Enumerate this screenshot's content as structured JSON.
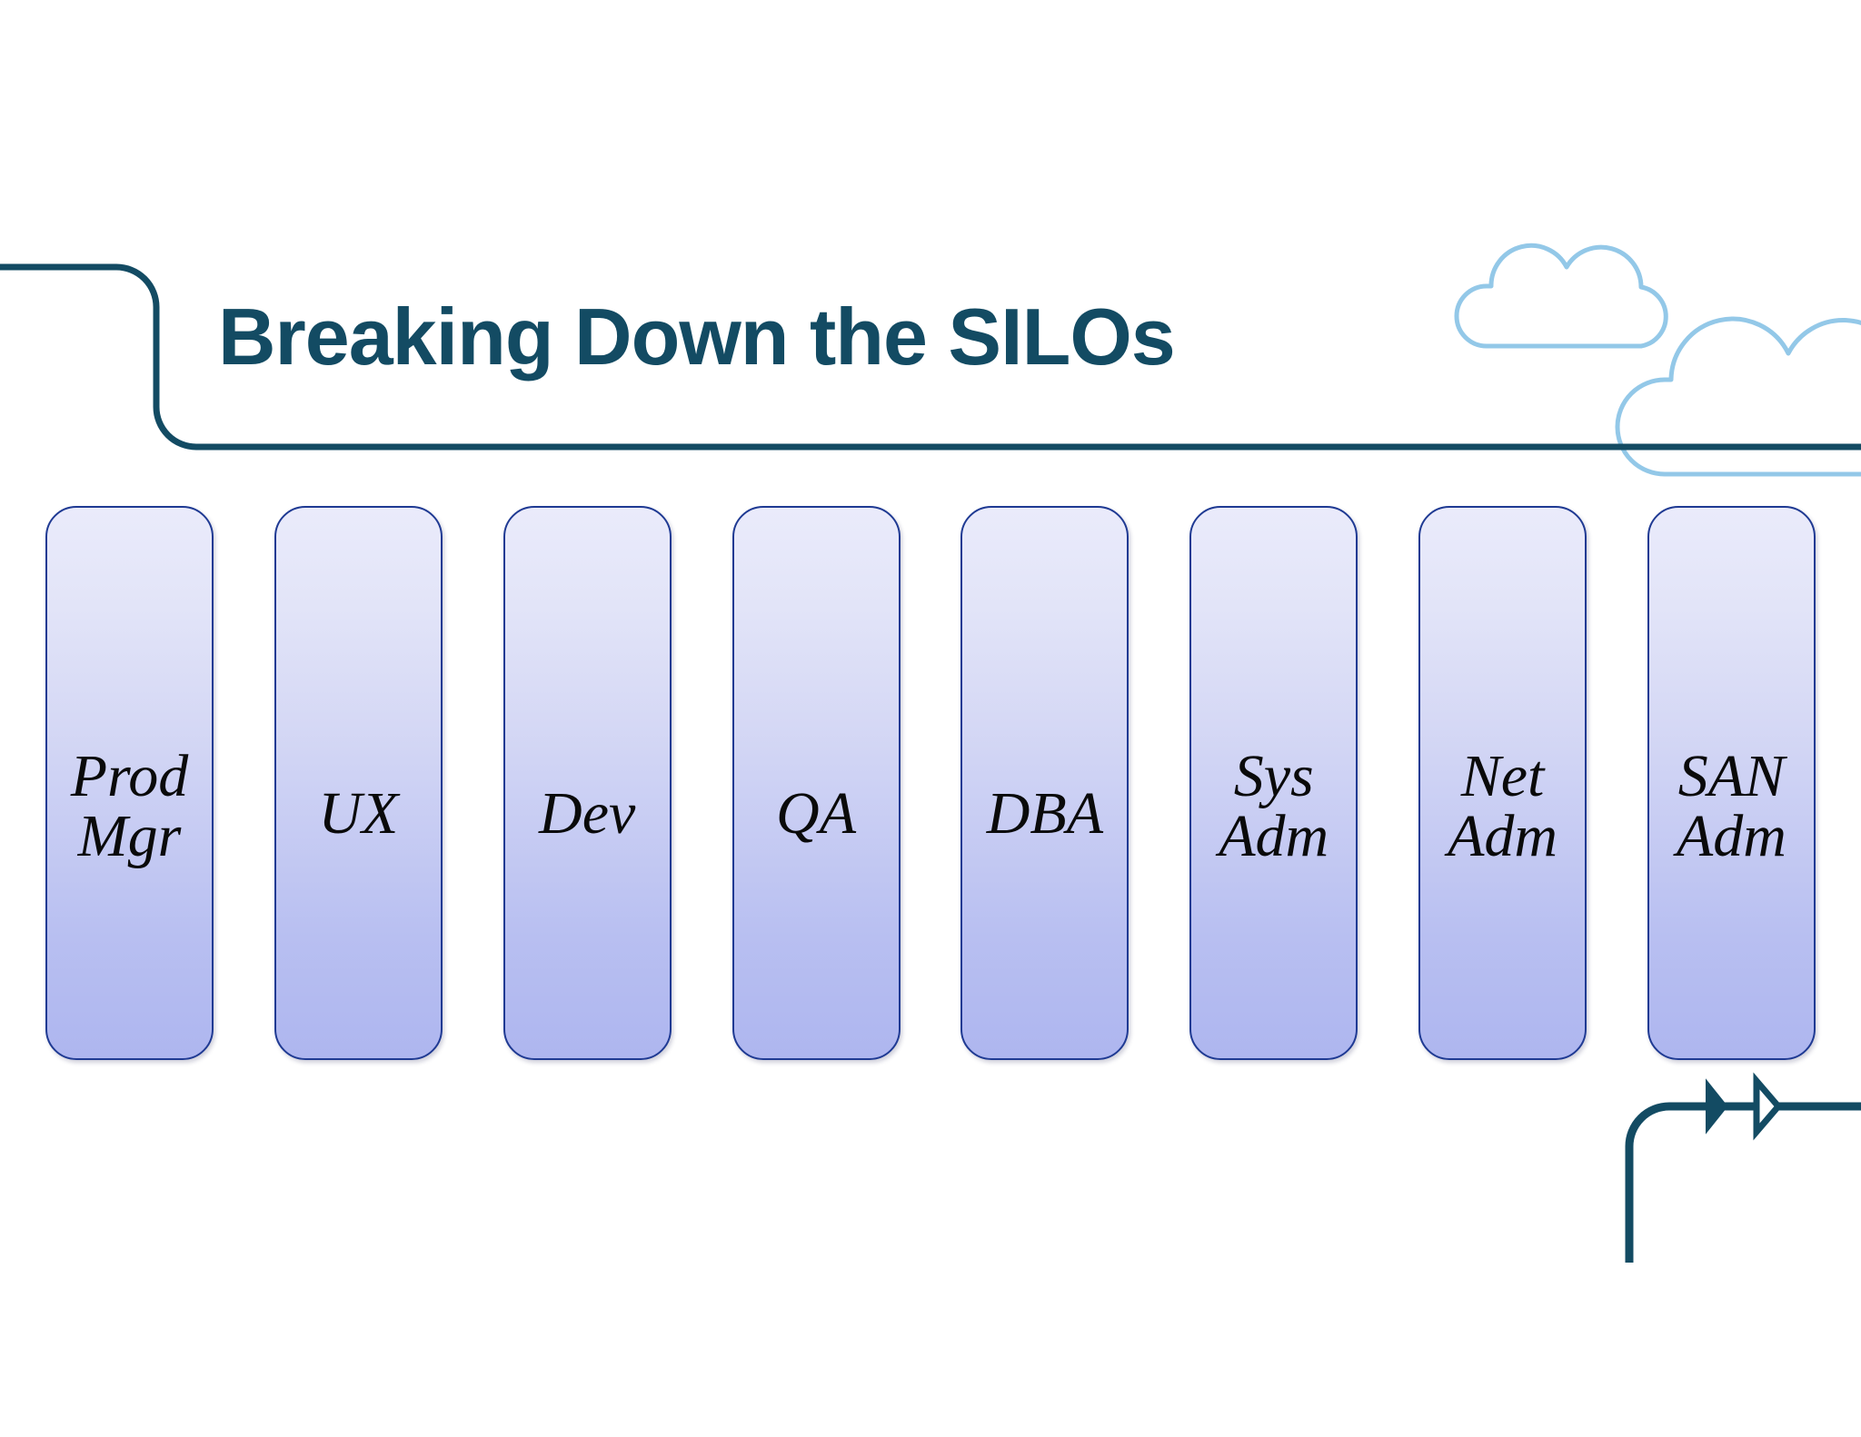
{
  "slide": {
    "title": "Breaking Down the SILOs",
    "background_color": "#ffffff",
    "accent_color": "#134B63",
    "silo_border_color": "#1F3A93",
    "silo_gradient_top": "#EAEBFB",
    "silo_gradient_bottom": "#AEB6EF",
    "cloud_stroke_color": "#93C8E8"
  },
  "decor": {
    "frame_line_name": "top-left-rounded-frame-line",
    "cloud_small_name": "cloud-outline-small",
    "cloud_large_name": "cloud-outline-large",
    "arrow_filled_name": "arrow-head-filled",
    "arrow_hollow_name": "arrow-head-hollow",
    "bottom_line_name": "bottom-right-rounded-frame-line"
  },
  "silos": [
    {
      "id": "prod-mgr",
      "label": "Prod\nMgr",
      "lines": 2
    },
    {
      "id": "ux",
      "label": "UX",
      "lines": 1
    },
    {
      "id": "dev",
      "label": "Dev",
      "lines": 1
    },
    {
      "id": "qa",
      "label": "QA",
      "lines": 1
    },
    {
      "id": "dba",
      "label": "DBA",
      "lines": 1
    },
    {
      "id": "sys-adm",
      "label": "Sys\nAdm",
      "lines": 2
    },
    {
      "id": "net-adm",
      "label": "Net\nAdm",
      "lines": 2
    },
    {
      "id": "san-adm",
      "label": "SAN\nAdm",
      "lines": 2
    }
  ]
}
